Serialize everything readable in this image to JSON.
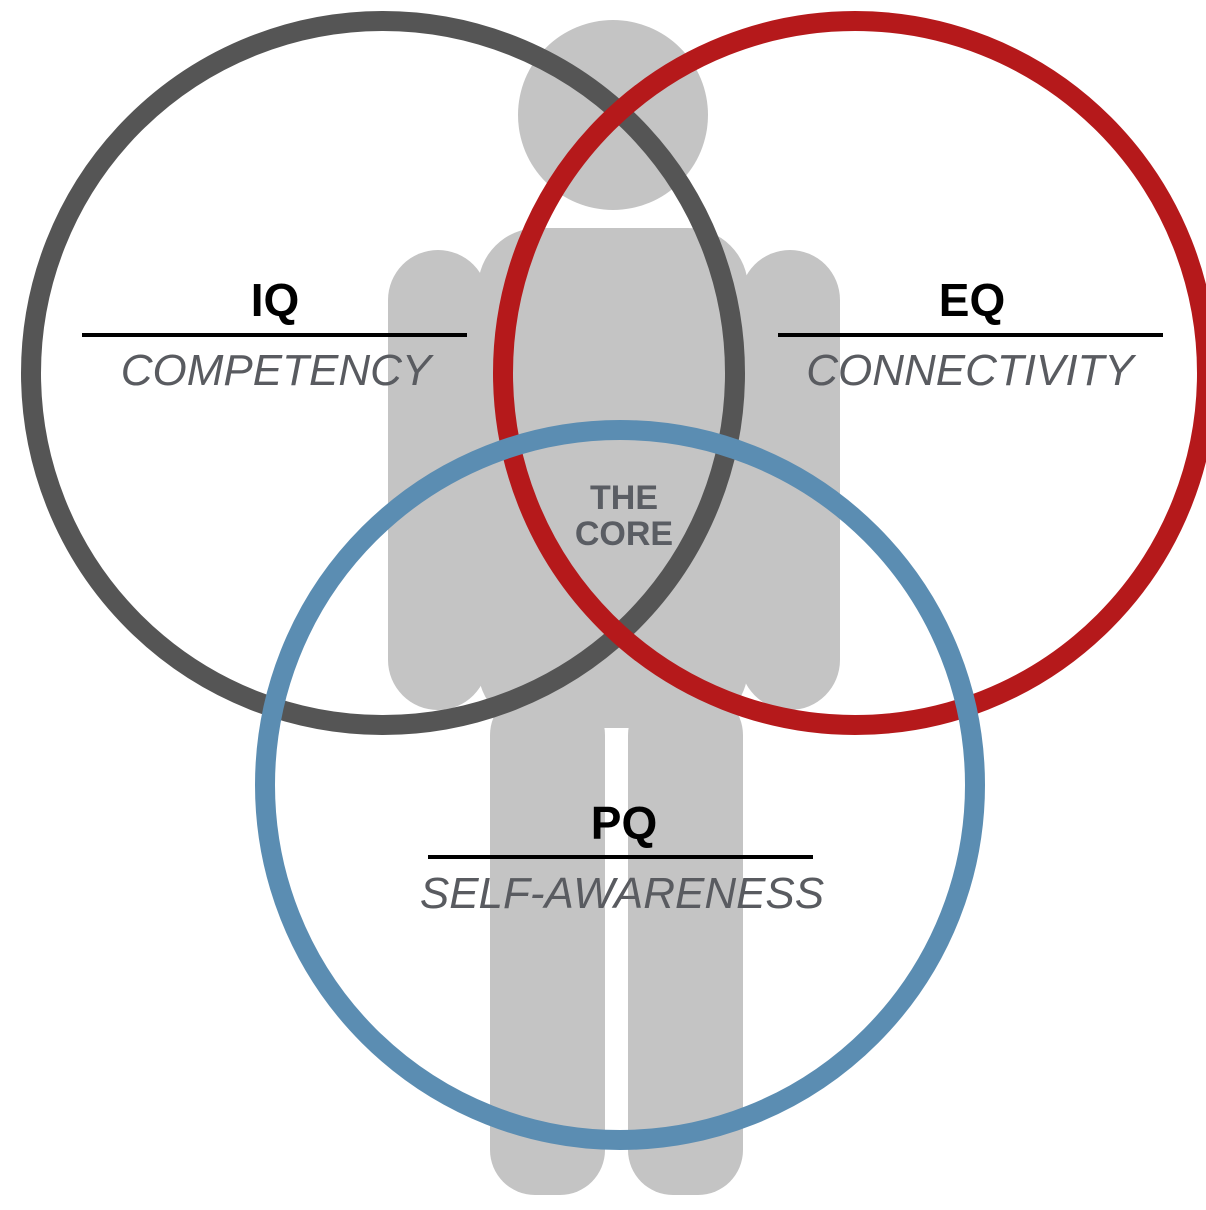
{
  "colors": {
    "silhouette": "#c4c4c4",
    "iq_circle": "#555555",
    "eq_circle": "#b5191b",
    "pq_circle": "#5b8db2",
    "title_text": "#000000",
    "subtitle_text": "#595b60",
    "core_text": "#5a5d63"
  },
  "circles": {
    "iq": {
      "title": "IQ",
      "subtitle": "COMPETENCY"
    },
    "eq": {
      "title": "EQ",
      "subtitle": "CONNECTIVITY"
    },
    "pq": {
      "title": "PQ",
      "subtitle": "SELF-AWARENESS"
    }
  },
  "center": {
    "line1": "THE",
    "line2": "CORE"
  }
}
